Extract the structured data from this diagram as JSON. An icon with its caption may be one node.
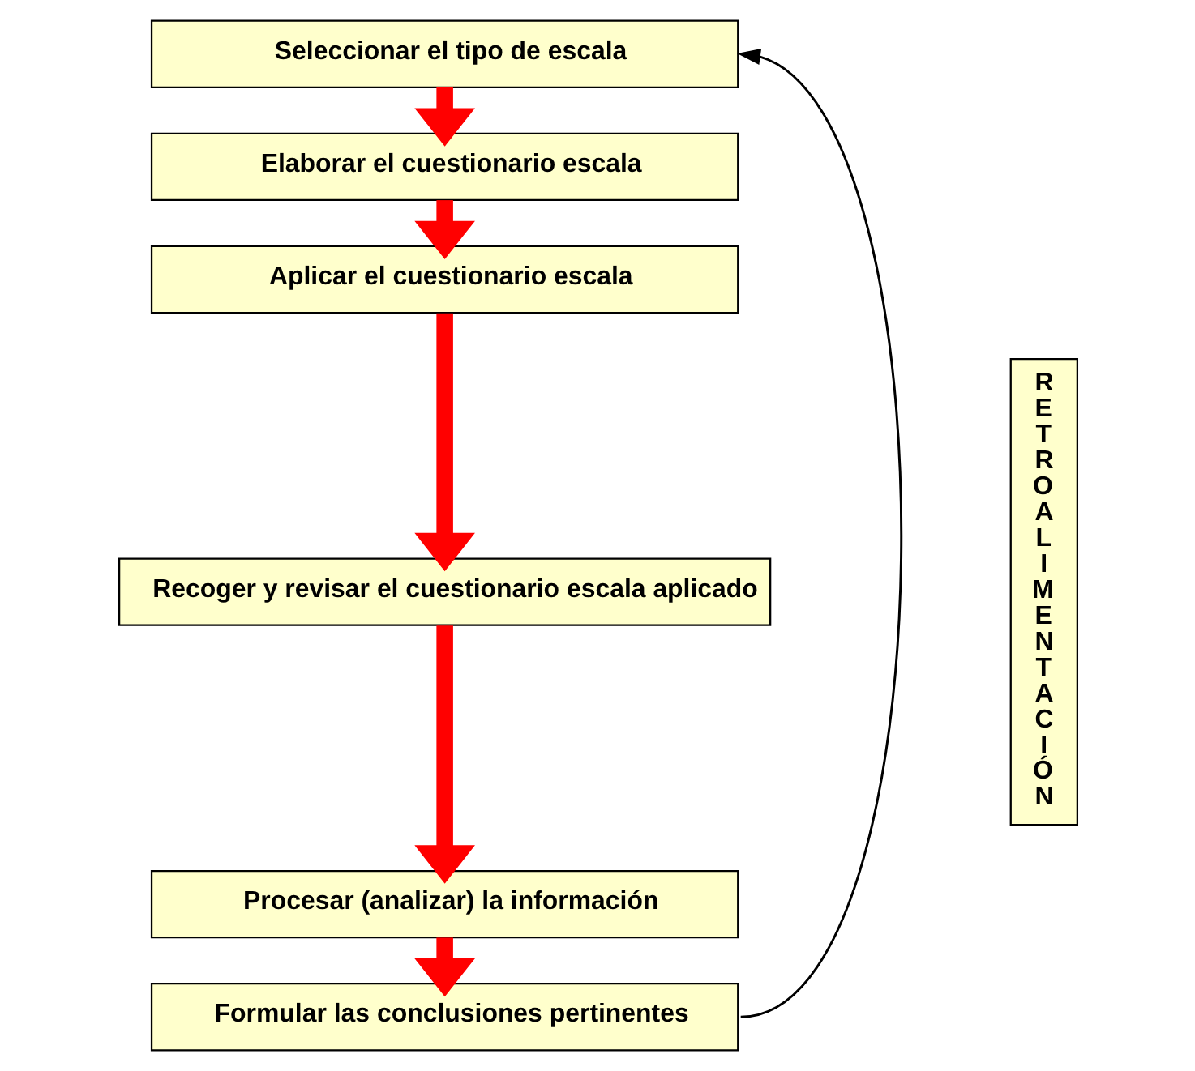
{
  "diagram": {
    "nodes": [
      {
        "text": [
          "Seleccionar el tipo de escala"
        ]
      },
      {
        "text": [
          "Elaborar el cuestionario escala"
        ]
      },
      {
        "text": [
          "Aplicar el cuestionario escala"
        ]
      },
      {
        "text": [
          "Recoger y revisar el cuestionario escala aplicado"
        ]
      },
      {
        "text": [
          "Procesar (analizar) la información"
        ]
      },
      {
        "text": [
          "Formular las conclusiones pertinentes"
        ]
      },
      {
        "text": [
          "RETROALIMENTACIÓN"
        ]
      }
    ],
    "edges": [
      {
        "from": 0,
        "to": 1,
        "arrow": "to"
      },
      {
        "from": 1,
        "to": 2,
        "arrow": "to"
      },
      {
        "from": 2,
        "to": 3,
        "arrow": "to"
      },
      {
        "from": 3,
        "to": 4,
        "arrow": "to"
      },
      {
        "from": 4,
        "to": 5,
        "arrow": "to"
      },
      {
        "from": 5,
        "to": 0,
        "arrow": "to",
        "color": "#000000"
      }
    ]
  }
}
